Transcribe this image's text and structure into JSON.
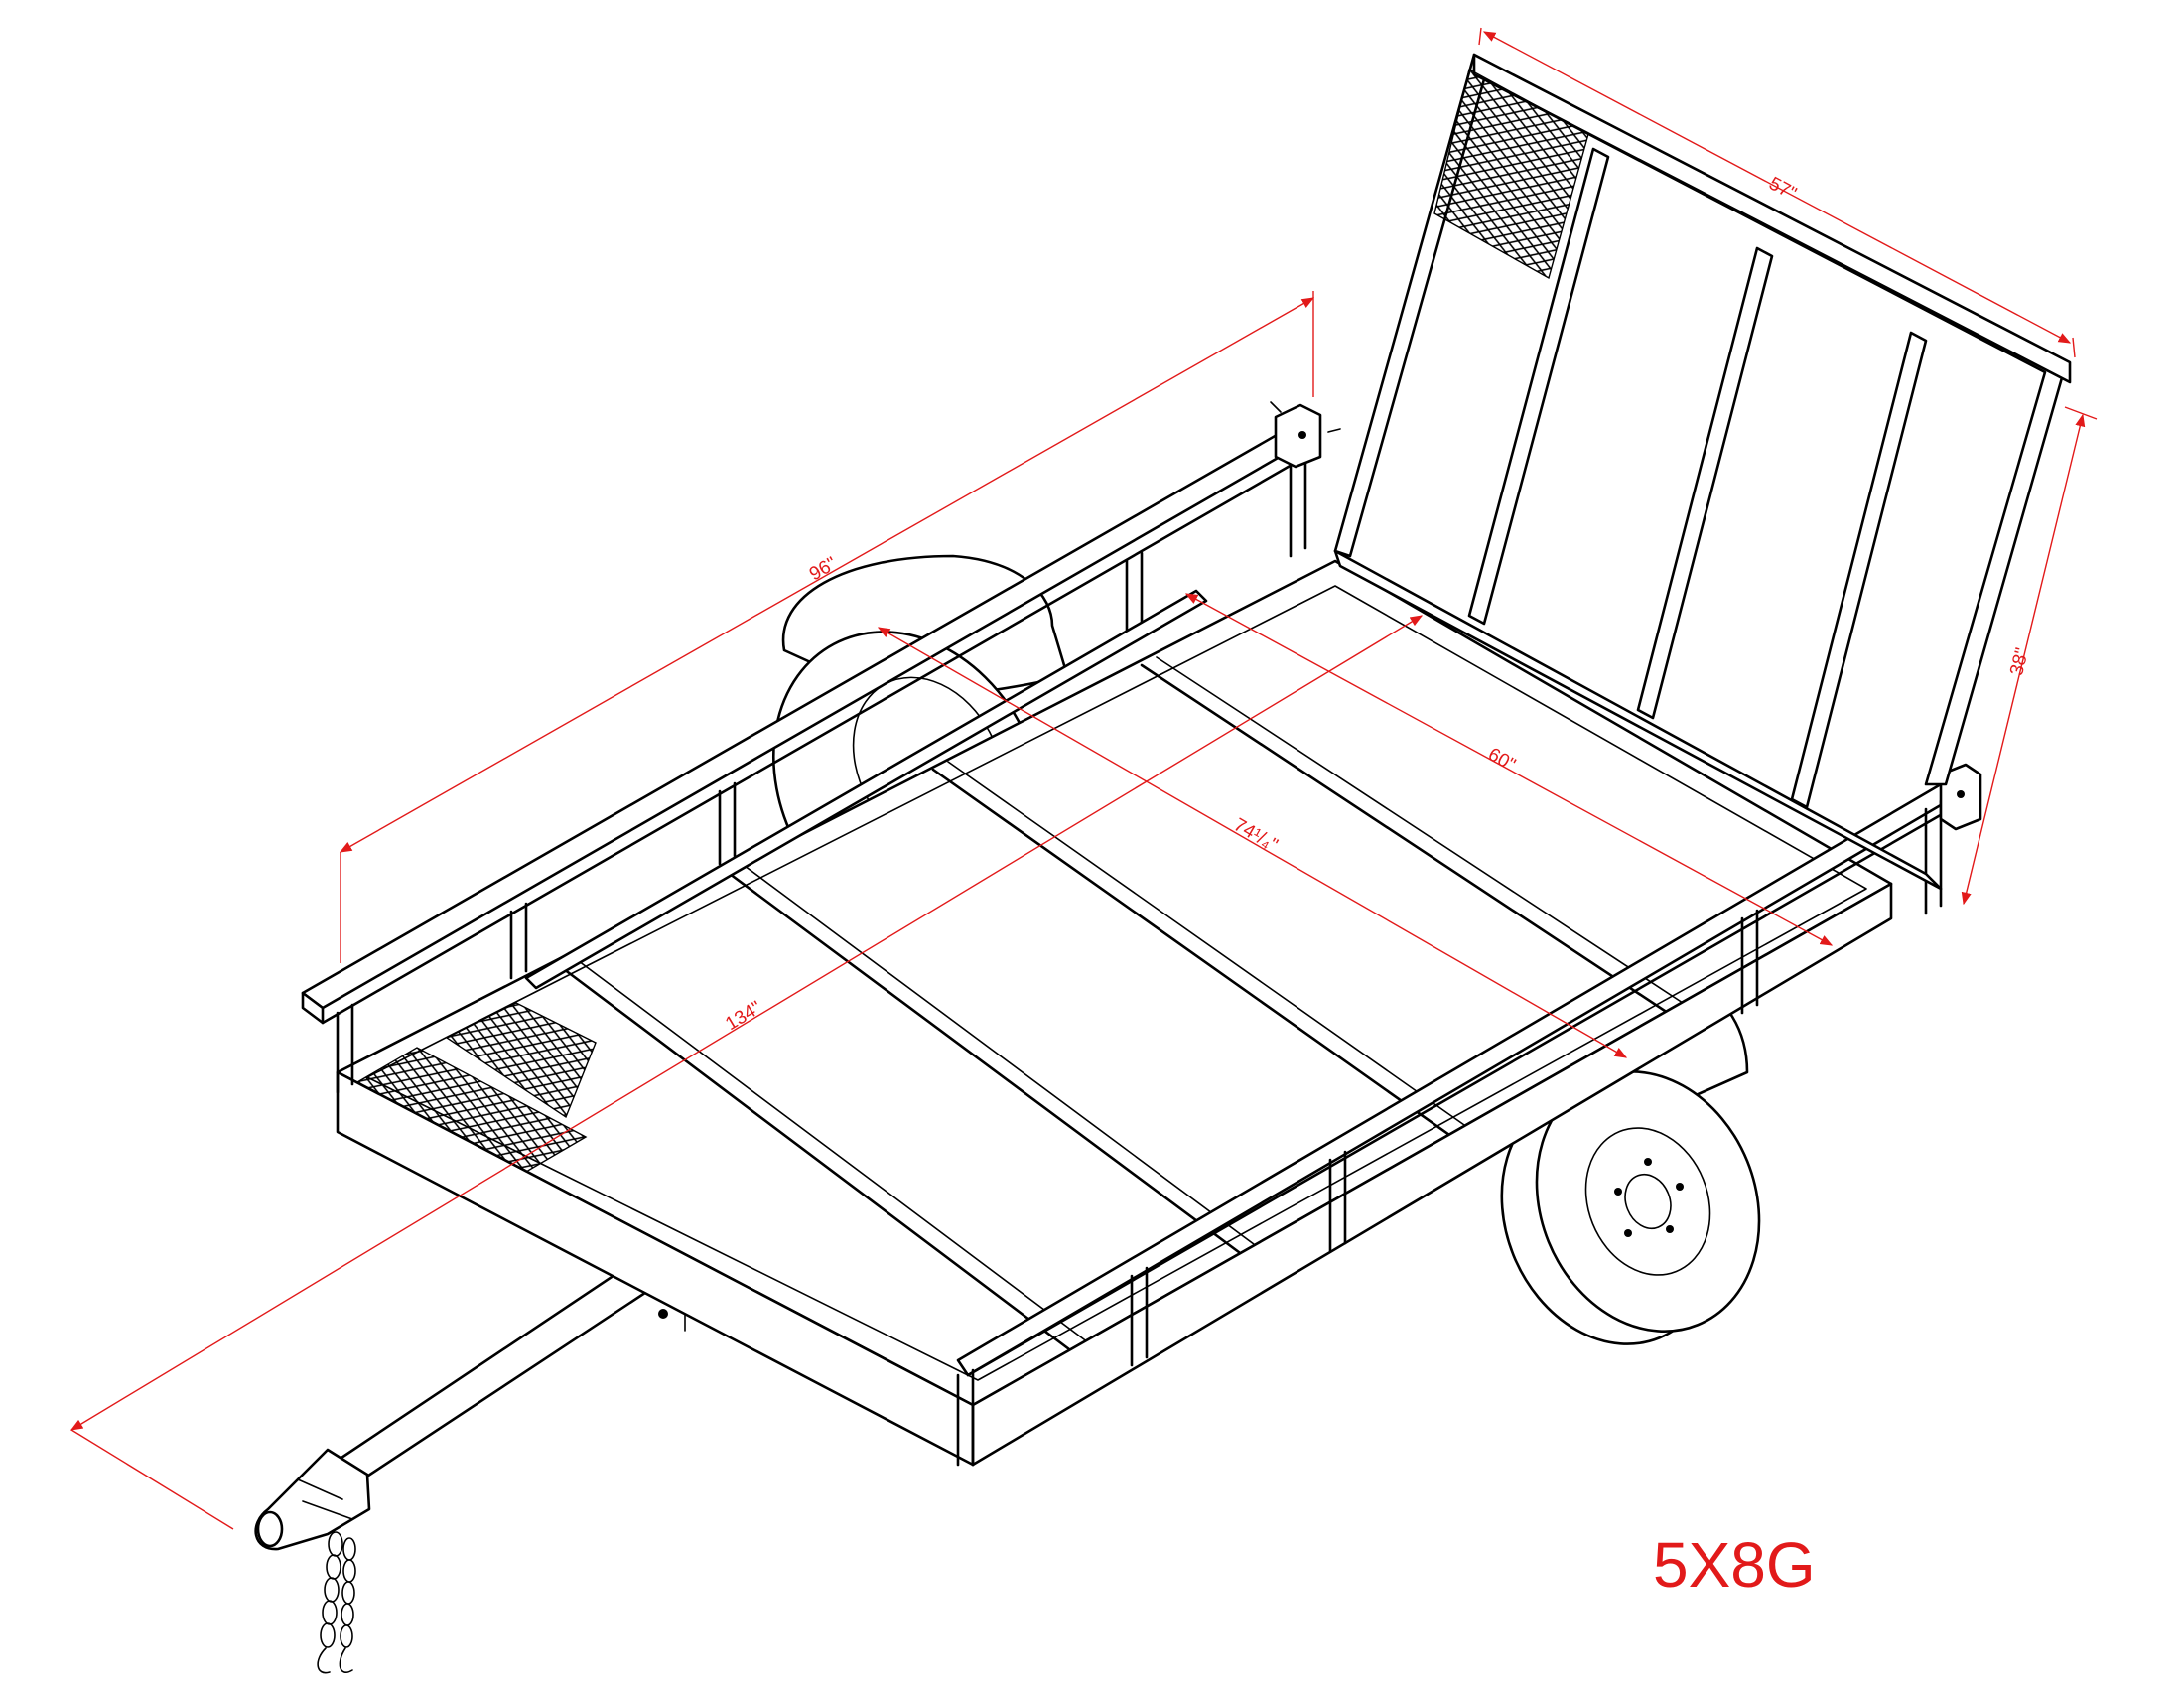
{
  "model_label": "5X8G",
  "dimensions": {
    "gate_width": "57\"",
    "gate_height": "38\"",
    "side_length": "96\"",
    "inner_width": "60\"",
    "axle_position": "74¹/₄\"",
    "overall_length": "134\""
  },
  "colors": {
    "line": "#000000",
    "dimension": "#e21a1a",
    "background": "#ffffff"
  },
  "icons": [
    "hitch-coupler-icon",
    "safety-chain-icon",
    "wheel-icon",
    "fender-icon",
    "mesh-panel-icon"
  ]
}
